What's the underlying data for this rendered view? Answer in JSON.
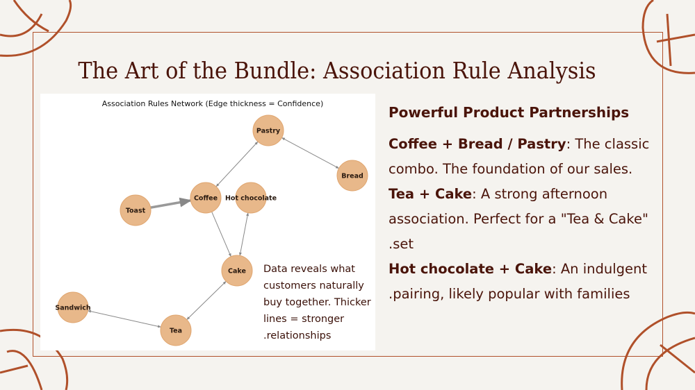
{
  "slide": {
    "title": "The Art of the Bundle: Association Rule Analysis"
  },
  "chart_data": {
    "type": "network",
    "title": "Association Rules Network (Edge thickness = Confidence)",
    "nodes": [
      "Pastry",
      "Bread",
      "Coffee",
      "Hot chocolate",
      "Toast",
      "Cake",
      "Sandwich",
      "Tea"
    ],
    "edges": [
      {
        "from": "Pastry",
        "to": "Bread",
        "bidirectional": true,
        "weight": 1
      },
      {
        "from": "Pastry",
        "to": "Coffee",
        "bidirectional": true,
        "weight": 1
      },
      {
        "from": "Toast",
        "to": "Coffee",
        "bidirectional": false,
        "weight": 3
      },
      {
        "from": "Coffee",
        "to": "Cake",
        "bidirectional": false,
        "weight": 1
      },
      {
        "from": "Hot chocolate",
        "to": "Cake",
        "bidirectional": true,
        "weight": 1
      },
      {
        "from": "Cake",
        "to": "Tea",
        "bidirectional": true,
        "weight": 1
      },
      {
        "from": "Sandwich",
        "to": "Tea",
        "bidirectional": true,
        "weight": 1
      }
    ],
    "node_color": "#e8b88a"
  },
  "caption": "Data reveals what customers naturally buy together. Thicker lines = stronger .relationships",
  "right": {
    "heading": "Powerful Product Partnerships",
    "items": [
      {
        "bold": "Coffee + Bread / Pastry",
        "text": ": The classic combo. The foundation of our sales."
      },
      {
        "bold": "Tea + Cake",
        "text": ": A strong afternoon association. Perfect for a \"Tea & Cake\" .set"
      },
      {
        "bold": "Hot chocolate + Cake",
        "text": ": An indulgent .pairing, likely popular with families"
      }
    ]
  },
  "colors": {
    "accent": "#b0502a",
    "text": "#4a140a"
  }
}
